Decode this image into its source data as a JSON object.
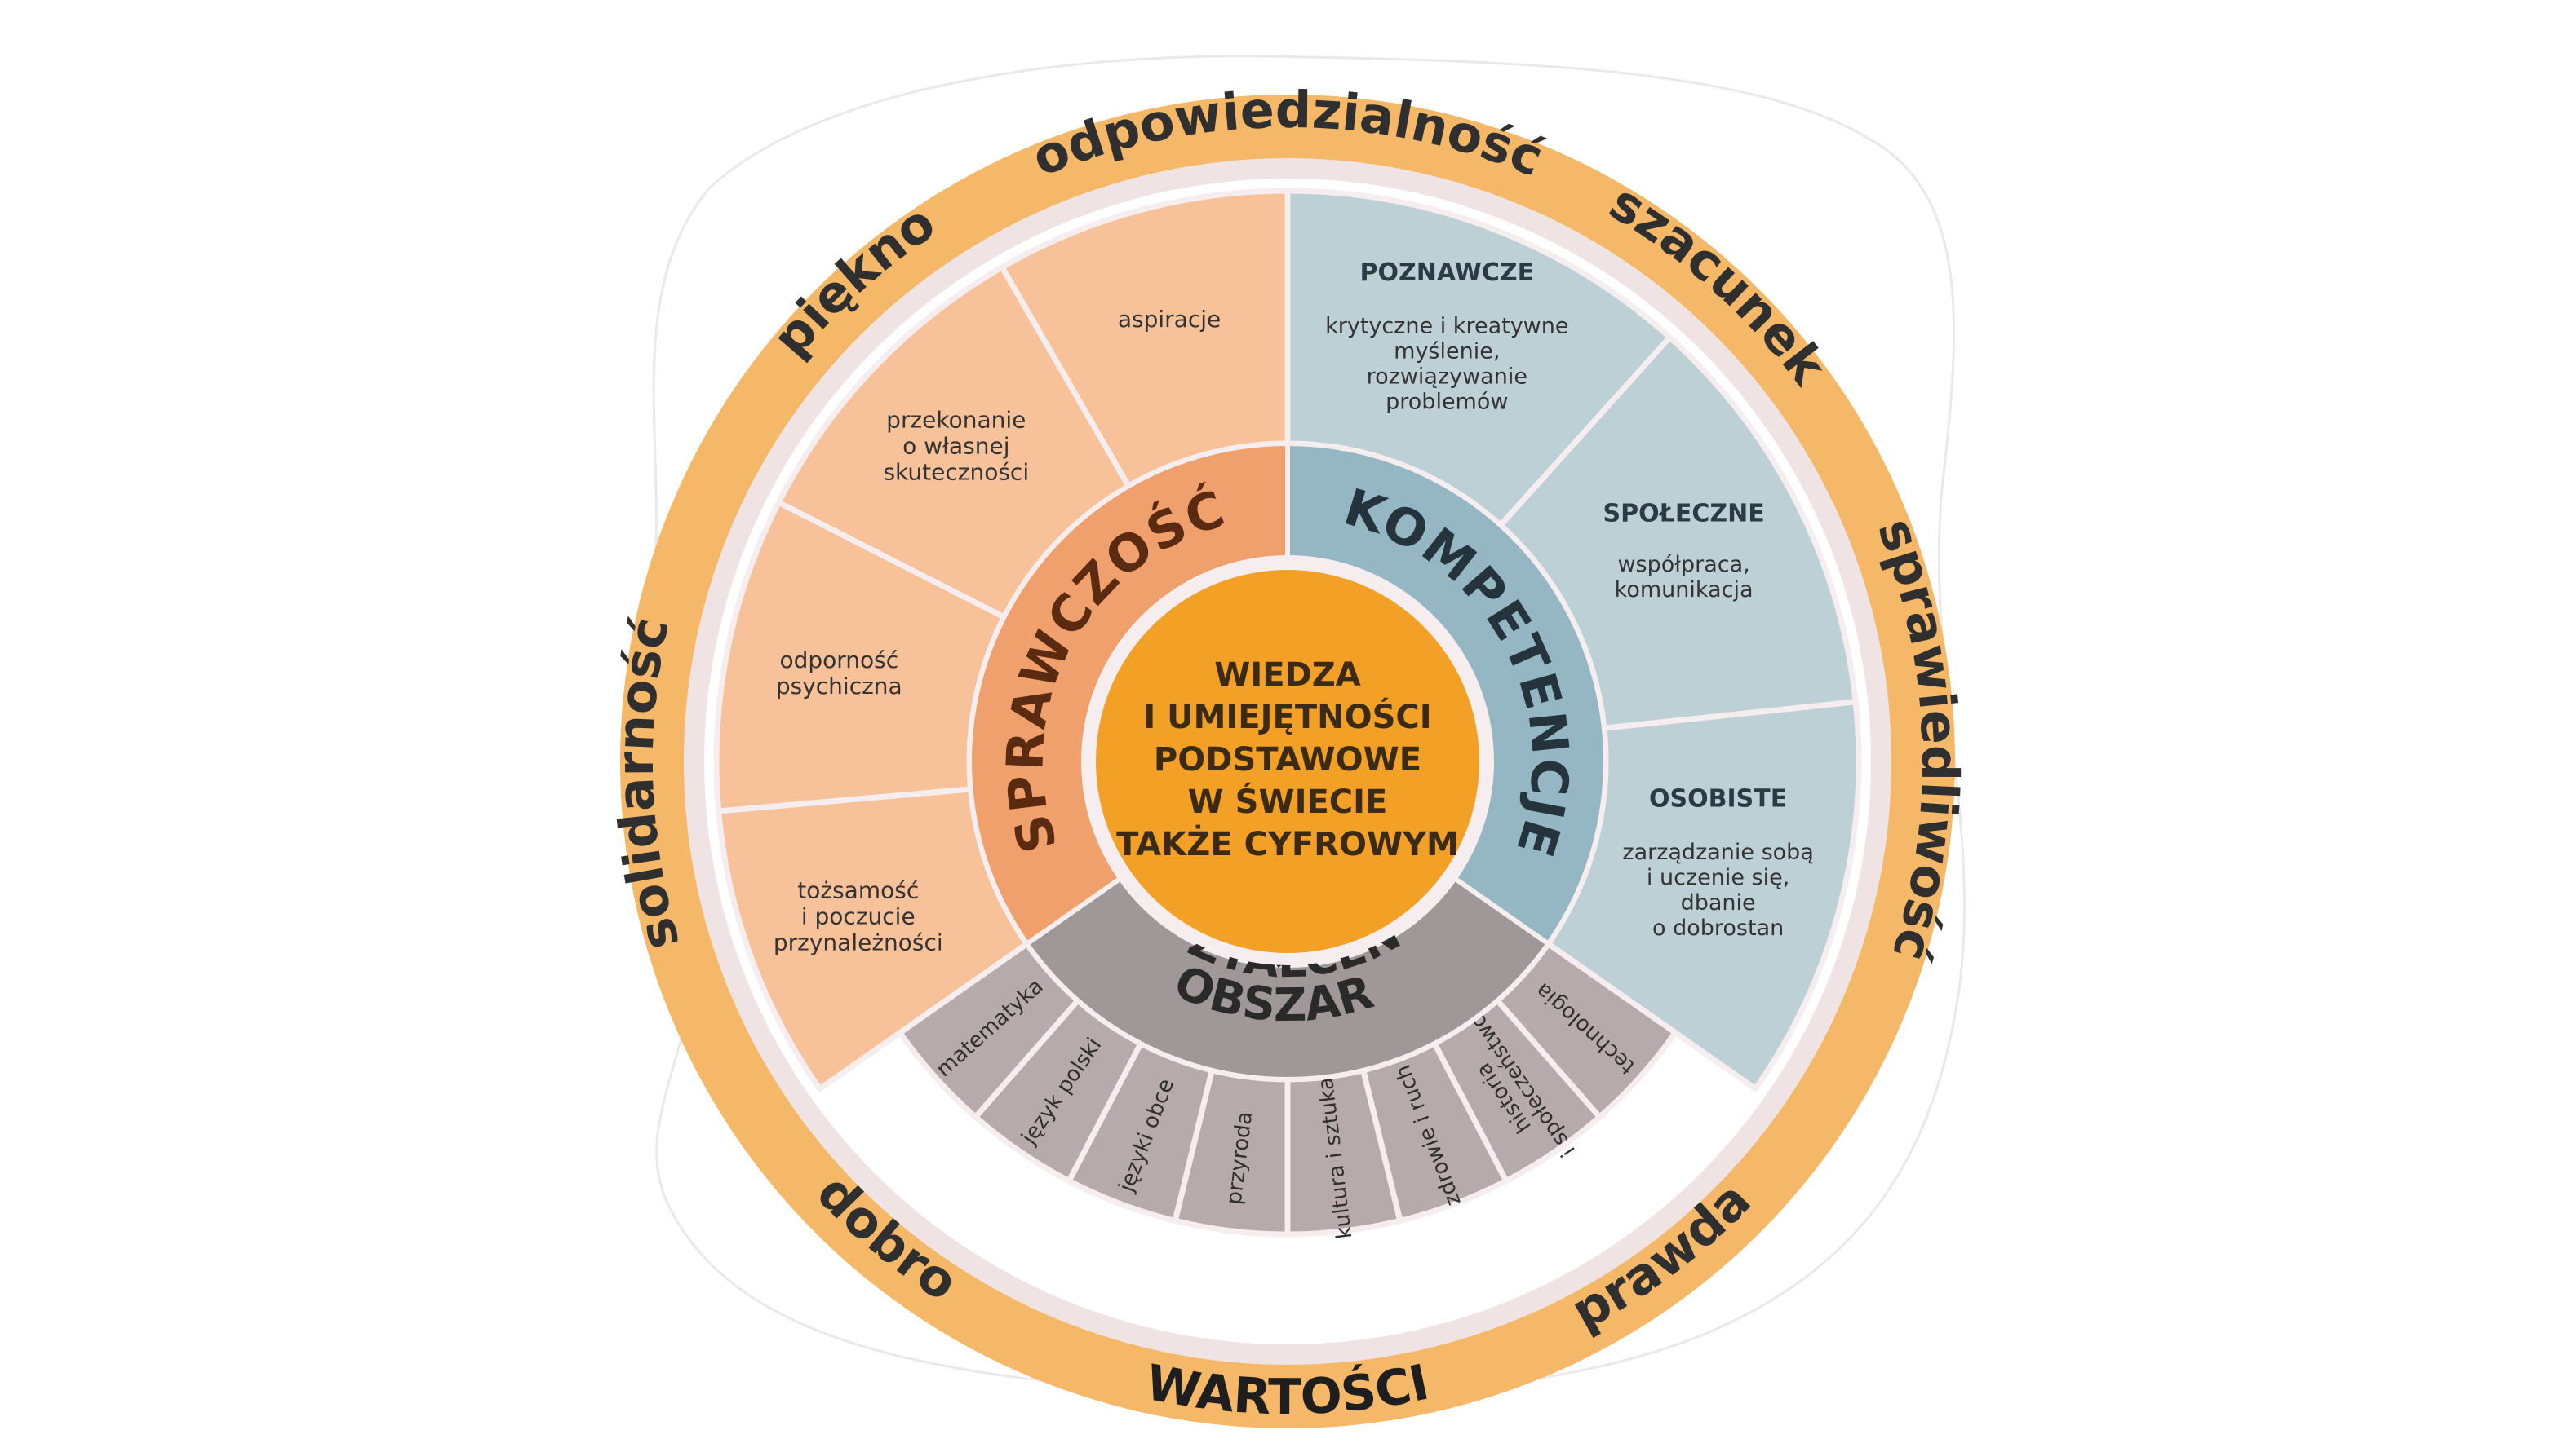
{
  "colors": {
    "values_ring": "#f5b868",
    "values_text": "#2f2f2f",
    "separator_ring": "#efe3e3",
    "sprawczosc_segment": "#f7c199",
    "sprawczosc_band": "#f0a06c",
    "kompetencje_segment": "#bdd0d6",
    "kompetencje_band": "#95b7c3",
    "obszary_segment": "#b7aaad",
    "obszary_band": "#9f9798",
    "center_circle": "#f3a027",
    "segment_text": "#333333",
    "divider": "#f6eeee"
  },
  "center": {
    "lines": [
      "WIEDZA",
      "I UMIEJĘTNOŚCI",
      "PODSTAWOWE",
      "W ŚWIECIE",
      "TAKŻE CYFROWYM"
    ]
  },
  "values": {
    "title": "WARTOŚCI",
    "items": [
      "odpowiedzialność",
      "szacunek",
      "sprawiedliwość",
      "prawda",
      "dobro",
      "solidarność",
      "piękno"
    ]
  },
  "sprawczosc": {
    "label": "SPRAWCZOŚĆ",
    "items": [
      {
        "lines": [
          "aspiracje"
        ]
      },
      {
        "lines": [
          "przekonanie",
          "o własnej",
          "skuteczności"
        ]
      },
      {
        "lines": [
          "odporność",
          "psychiczna"
        ]
      },
      {
        "lines": [
          "tożsamość",
          "i poczucie",
          "przynależności"
        ]
      }
    ]
  },
  "kompetencje": {
    "label": "KOMPETENCJE",
    "items": [
      {
        "heading": "POZNAWCZE",
        "lines": [
          "krytyczne i kreatywne",
          "myślenie,",
          "rozwiązywanie",
          "problemów"
        ]
      },
      {
        "heading": "SPOŁECZNE",
        "lines": [
          "współpraca,",
          "komunikacja"
        ]
      },
      {
        "heading": "OSOBISTE",
        "lines": [
          "zarządzanie sobą",
          "i uczenie się,",
          "dbanie",
          "o dobrostan"
        ]
      }
    ]
  },
  "obszary": {
    "label_lines": [
      "OBSZARY",
      "KSZTAŁCENIA"
    ],
    "items": [
      {
        "lines": [
          "technologia"
        ]
      },
      {
        "lines": [
          "historia",
          "i społeczeństwo"
        ]
      },
      {
        "lines": [
          "zdrowie i ruch"
        ]
      },
      {
        "lines": [
          "kultura i sztuka"
        ]
      },
      {
        "lines": [
          "przyroda"
        ]
      },
      {
        "lines": [
          "języki obce"
        ]
      },
      {
        "lines": [
          "język polski"
        ]
      },
      {
        "lines": [
          "matematyka"
        ]
      }
    ]
  }
}
